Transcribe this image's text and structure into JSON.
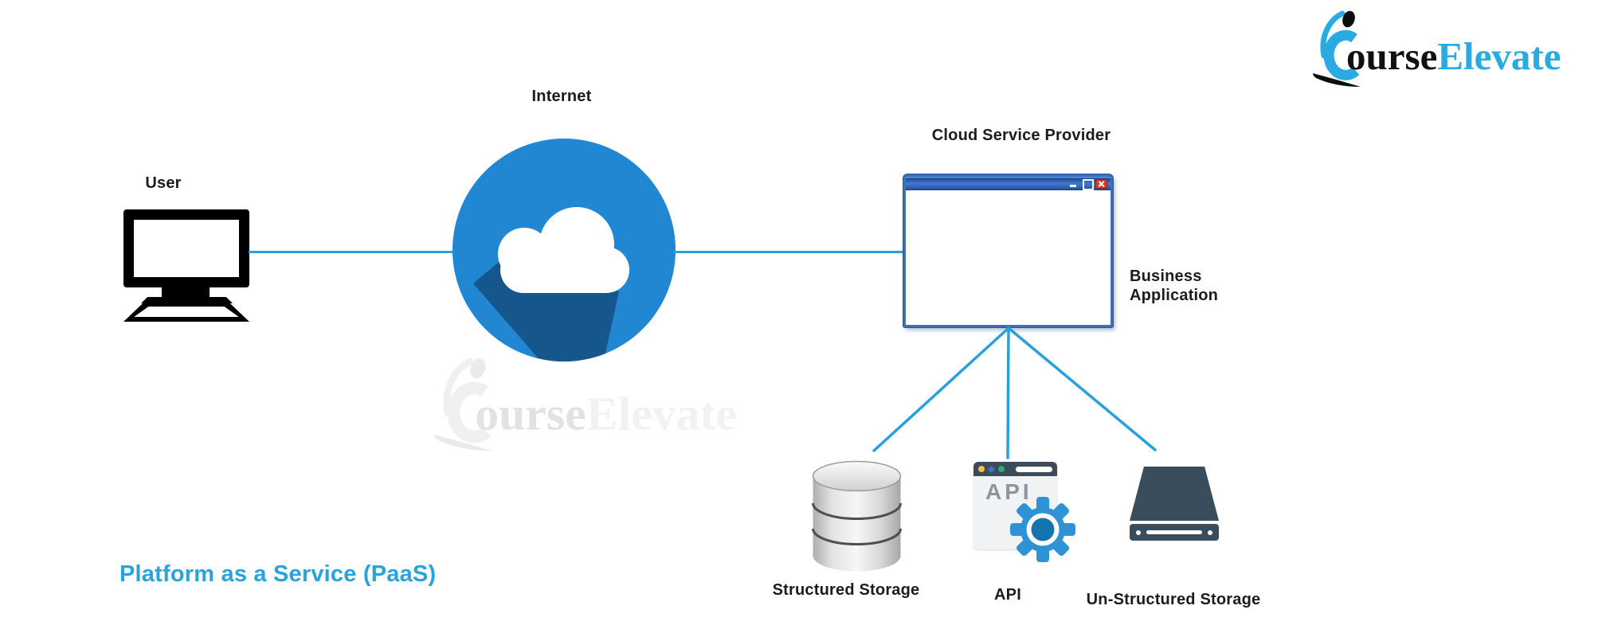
{
  "title": {
    "text": "Platform as a Service (PaaS)",
    "color": "#29a3dc"
  },
  "brand": {
    "text_black": "ourse",
    "text_blue": "Elevate",
    "blue": "#29abe2",
    "mark": "person-with-c-swoosh-icon"
  },
  "watermark": {
    "uses_brand_logo": true
  },
  "nodes": {
    "user": {
      "label": "User",
      "icon": "desktop-computer-icon"
    },
    "internet": {
      "label": "Internet",
      "icon": "cloud-in-circle-icon"
    },
    "provider": {
      "label": "Cloud Service Provider",
      "icon": "browser-window-icon"
    },
    "business_app": {
      "line1": "Business",
      "line2": "Application"
    },
    "structured_storage": {
      "label": "Structured Storage",
      "icon": "database-cylinder-icon"
    },
    "api": {
      "label": "API",
      "window_text": "API",
      "icon": "api-window-gear-icon"
    },
    "unstructured_storage": {
      "label": "Un-Structured Storage",
      "icon": "disk-drive-icon"
    }
  },
  "connections": [
    {
      "from": "user",
      "to": "internet"
    },
    {
      "from": "internet",
      "to": "provider"
    },
    {
      "from": "provider",
      "to": "structured_storage"
    },
    {
      "from": "provider",
      "to": "api"
    },
    {
      "from": "provider",
      "to": "unstructured_storage"
    }
  ],
  "colors": {
    "connector": "#29a0dc",
    "internet_circle": "#2187d3",
    "internet_shadow": "#15568d",
    "window_chrome_blue": "#3f6fb8",
    "window_close_red": "#dd3a2c",
    "dark_slate": "#3a4d5c",
    "gear_blue": "#2e93d4",
    "gear_center": "#1474ad"
  }
}
